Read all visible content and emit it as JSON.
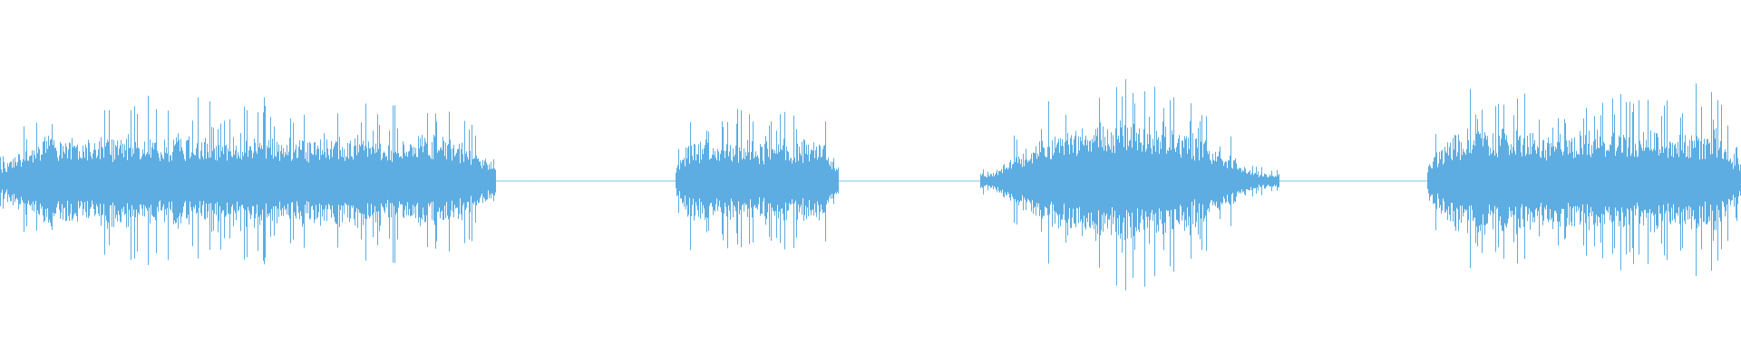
{
  "waveform": {
    "color": "#5dade2",
    "background": "#ffffff",
    "segments": [
      {
        "start": 0.0,
        "end": 0.285,
        "amplitude": 0.72,
        "density": "high",
        "envelope": "bursty"
      },
      {
        "start": 0.285,
        "end": 0.388,
        "amplitude": 0.02,
        "density": "sparse",
        "envelope": "silence"
      },
      {
        "start": 0.388,
        "end": 0.482,
        "amplitude": 0.65,
        "density": "medium",
        "envelope": "bursty"
      },
      {
        "start": 0.482,
        "end": 0.563,
        "amplitude": 0.02,
        "density": "sparse",
        "envelope": "silence"
      },
      {
        "start": 0.563,
        "end": 0.735,
        "amplitude": 1.0,
        "density": "high",
        "envelope": "swell"
      },
      {
        "start": 0.735,
        "end": 0.82,
        "amplitude": 0.02,
        "density": "sparse",
        "envelope": "silence"
      },
      {
        "start": 0.82,
        "end": 1.0,
        "amplitude": 0.82,
        "density": "medium",
        "envelope": "bursty"
      }
    ]
  }
}
